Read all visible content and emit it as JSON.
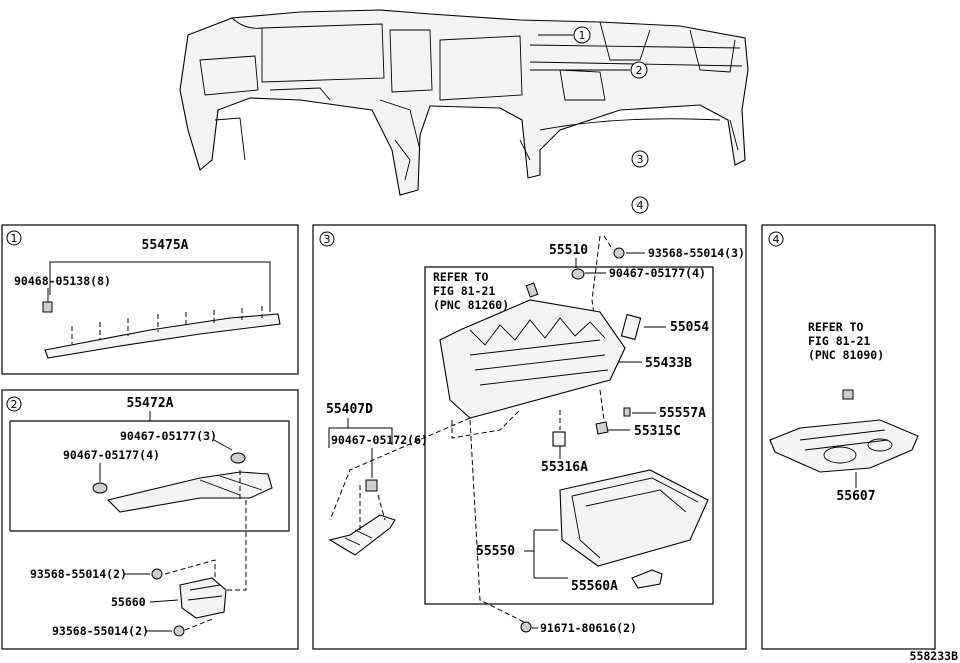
{
  "diagram_id": "558233B",
  "top_callouts": [
    "1",
    "2",
    "3",
    "4"
  ],
  "panel1": {
    "num": "1",
    "parts": [
      "55475A",
      "90468-05138(8)"
    ]
  },
  "panel2": {
    "num": "2",
    "parts": [
      "55472A",
      "90467-05177(3)",
      "90467-05177(4)",
      "93568-55014(2)",
      "55660",
      "93568-55014(2)"
    ]
  },
  "panel3": {
    "num": "3",
    "refer_lines": [
      "REFER TO",
      "FIG 81-21",
      "(PNC 81260)"
    ],
    "parts": [
      "55510",
      "93568-55014(3)",
      "90467-05177(4)",
      "55054",
      "55433B",
      "55557A",
      "55315C",
      "55316A",
      "55407D",
      "90467-05172(6)",
      "55550",
      "55560A",
      "91671-80616(2)"
    ]
  },
  "panel4": {
    "num": "4",
    "refer_lines": [
      "REFER TO",
      "FIG 81-21",
      "(PNC 81090)"
    ],
    "parts": [
      "55607"
    ]
  }
}
